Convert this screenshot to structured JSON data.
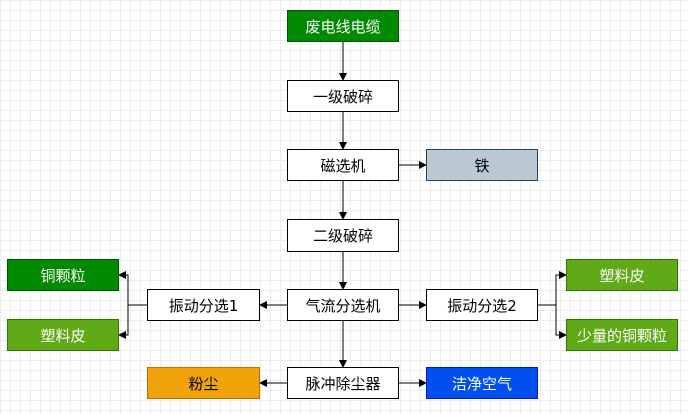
{
  "nodes": {
    "waste_cable": "废电线电缆",
    "primary_crush": "一级破碎",
    "magnetic_separator": "磁选机",
    "iron": "铁",
    "secondary_crush": "二级破碎",
    "air_separator": "气流分选机",
    "vib_sep_1": "振动分选1",
    "copper_granules": "铜颗粒",
    "plastic_skin_left": "塑料皮",
    "vib_sep_2": "振动分选2",
    "plastic_skin_right": "塑料皮",
    "little_copper_granules": "少量的铜颗粒",
    "pulse_dust_collector": "脉冲除尘器",
    "dust": "粉尘",
    "clean_air": "洁净空气"
  },
  "colors": {
    "dark_green": "#008a00",
    "light_green": "#60a917",
    "gray_blue": "#bac8d3",
    "orange": "#f0a30a",
    "blue": "#0050ef",
    "edge": "#000000"
  }
}
